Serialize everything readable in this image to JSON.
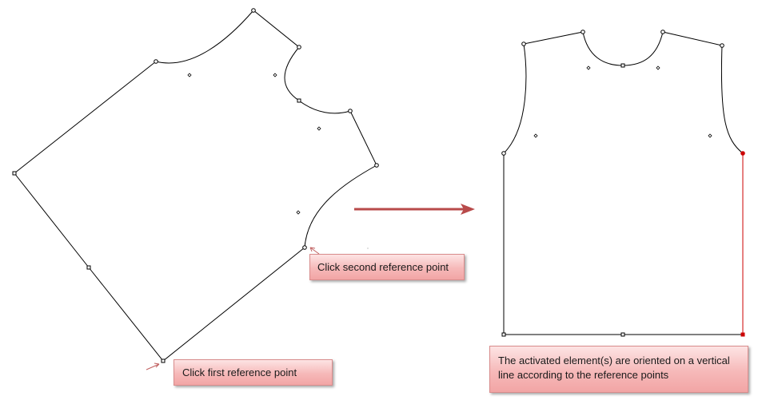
{
  "callouts": {
    "second_point": "Click second reference point",
    "first_point": "Click first reference point",
    "result": "The activated element(s) are oriented on a vertical line according to the reference points"
  },
  "colors": {
    "outline": "#000000",
    "active_line": "#cc0000",
    "arrow": "#b84a4a",
    "callout_fill_top": "#fde4e4",
    "callout_fill_bottom": "#f2a5a5",
    "callout_border": "#d98c8c"
  }
}
